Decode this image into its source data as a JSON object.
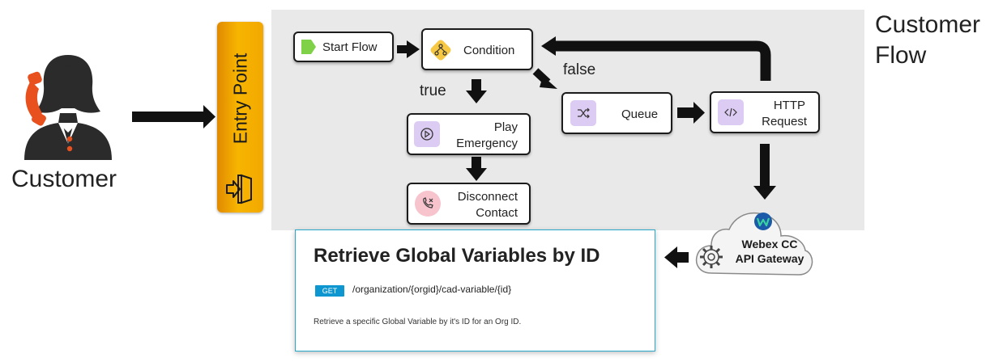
{
  "customer": {
    "label": "Customer"
  },
  "entry_point": {
    "label": "Entry Point"
  },
  "flow_title": "Customer\nFlow",
  "nodes": {
    "start_flow": "Start Flow",
    "condition": "Condition",
    "play_line1": "Play",
    "play_line2": "Emergency",
    "disconnect_line1": "Disconnect",
    "disconnect_line2": "Contact",
    "queue": "Queue",
    "http_line1": "HTTP",
    "http_line2": "Request"
  },
  "edges": {
    "true_label": "true",
    "false_label": "false"
  },
  "gateway": {
    "line1": "Webex CC",
    "line2": "API Gateway"
  },
  "api_card": {
    "title": "Retrieve Global Variables by ID",
    "method": "GET",
    "path": "/organization/{orgid}/cad-variable/{id}",
    "description": "Retrieve a specific Global Variable by it's ID for an Org ID."
  },
  "colors": {
    "entry_point": "#f2a800",
    "phone": "#e8501e",
    "api_border": "#2aa7c9",
    "get_badge": "#0d96cf",
    "start_icon": "#7fd148",
    "condition_icon": "#f7c843",
    "purple_icon": "#dccbf3",
    "disconnect_icon": "#f7c3cd"
  },
  "icons": {
    "customer": "customer-with-headset-icon",
    "entry": "entry-door-icon",
    "condition": "branch-icon",
    "play": "play-icon",
    "disconnect": "phone-hangup-icon",
    "queue": "shuffle-icon",
    "http": "code-icon",
    "gateway": "cloud-gear-icon"
  }
}
